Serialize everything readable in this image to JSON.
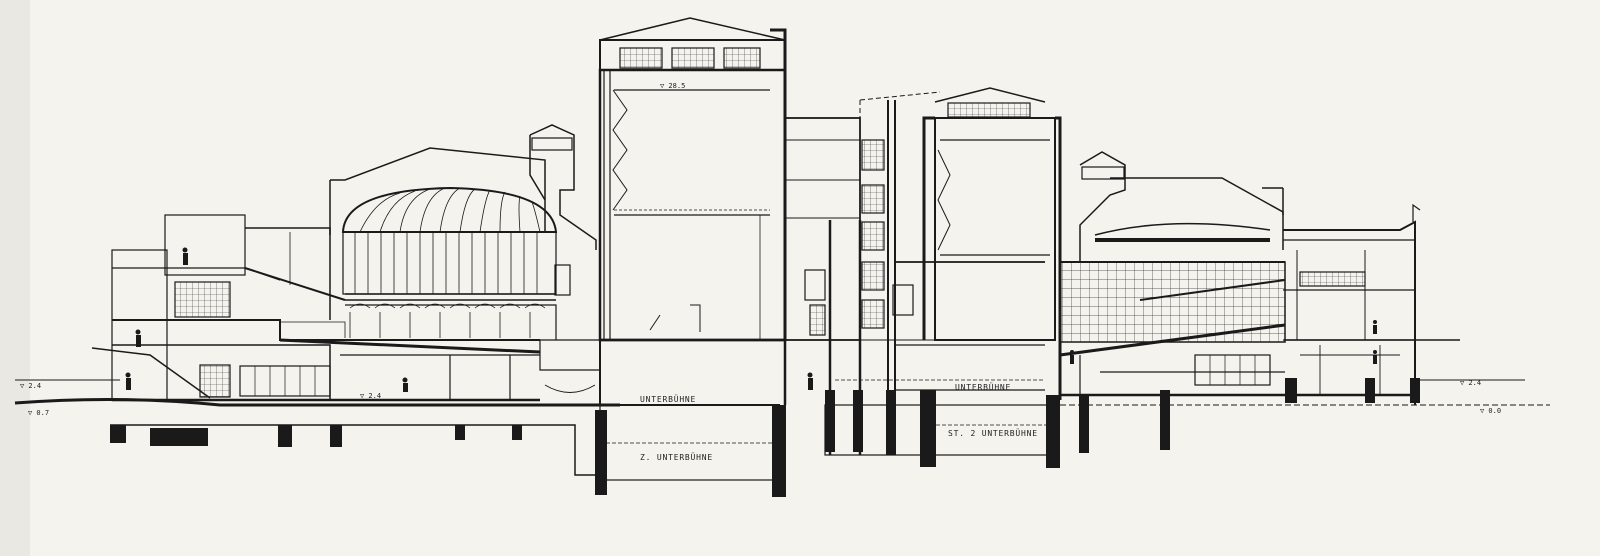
{
  "drawing": {
    "paper_color": "#f4f3ee",
    "ink_color": "#1a1a1a",
    "labels": {
      "unterbuhne_1": "UNTERBÜHNE",
      "unterbuhne_2": "UNTERBÜHNE",
      "unterbuhne_3": "ST. 2 UNTERBÜHNE",
      "unterbuhne_4": "Z. UNTERBÜHNE"
    }
  }
}
